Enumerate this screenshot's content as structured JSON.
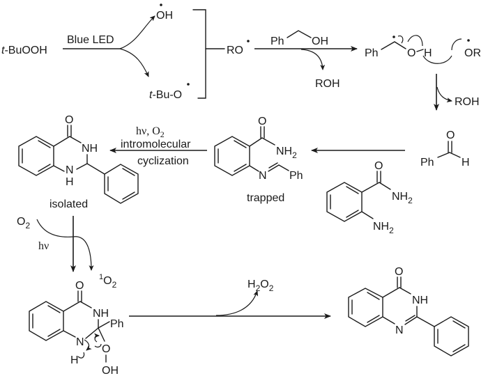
{
  "diagram": {
    "title": "Proposed mechanism for photocatalytic synthesis of 2-phenylquinazolin-4(3H)-one",
    "step1": {
      "reactant": "t-BuOOH",
      "reactant_prefix": "t",
      "reactant_rest": "-BuOOH",
      "condition": "Blue LED",
      "product_a": "OH",
      "product_b_prefix": "t",
      "product_b_rest": "-Bu-O",
      "radical_label": "RO"
    },
    "step2": {
      "reagent_ph": "Ph",
      "reagent_oh": "OH",
      "byproduct": "ROH",
      "intermediate_ph": "Ph",
      "intermediate_o": "O",
      "intermediate_h": "H",
      "radical": "OR"
    },
    "step3": {
      "byproduct": "ROH",
      "aldehyde_o": "O",
      "aldehyde_ph": "Ph",
      "aldehyde_h": "H"
    },
    "step4": {
      "reactant_o": "O",
      "reactant_nh2_a": "NH",
      "reactant_nh2_b": "NH",
      "sub2": "2",
      "imine_o": "O",
      "imine_nh2": "NH",
      "imine_n": "N",
      "imine_ph": "Ph",
      "imine_caption": "trapped"
    },
    "step5": {
      "condition_line1": "hν, O",
      "condition_line1_sub": "2",
      "condition_line2": "intromolecular",
      "condition_line3": "cyclization",
      "product_o": "O",
      "product_nh": "NH",
      "product_n": "N",
      "product_h": "H",
      "caption": "isolated"
    },
    "step6": {
      "o2": "O",
      "o2_sub": "2",
      "hv": "hν",
      "singlet_sup": "1",
      "singlet_o": "O",
      "singlet_sub": "2",
      "peroxide_o": "O",
      "peroxide_nh": "NH",
      "peroxide_ph": "Ph",
      "peroxide_n": "N",
      "peroxide_h": "H",
      "peroxide_o2": "O",
      "peroxide_oh": "OH"
    },
    "step7": {
      "byproduct_h": "H",
      "byproduct_sub1": "2",
      "byproduct_o": "O",
      "byproduct_sub2": "2",
      "product_o": "O",
      "product_nh": "NH",
      "product_n": "N"
    }
  }
}
